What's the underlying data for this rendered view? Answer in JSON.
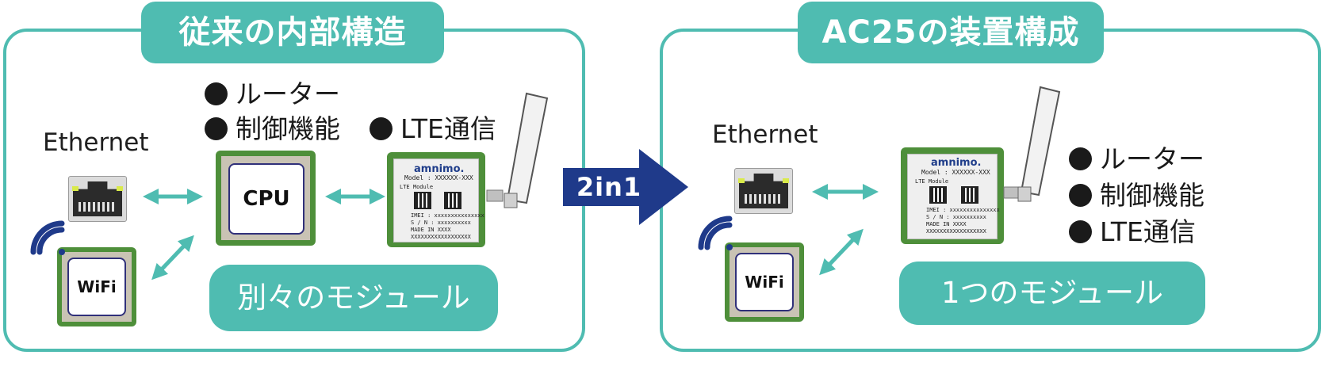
{
  "colors": {
    "teal": "#4fbcb1",
    "navy": "#1f3a8a",
    "chip_green": "#4e8f3a",
    "chip_border": "#30307a"
  },
  "left_panel": {
    "title": "従来の内部構造",
    "ethernet_label": "Ethernet",
    "cpu_features": [
      "ルーター",
      "制御機能"
    ],
    "lte_features": [
      "LTE通信"
    ],
    "cpu_label": "CPU",
    "wifi_label": "WiFi",
    "bottom_label": "別々のモジュール"
  },
  "center_arrow": {
    "label": "2in1"
  },
  "right_panel": {
    "title": "AC25の装置構成",
    "ethernet_label": "Ethernet",
    "features": [
      "ルーター",
      "制御機能",
      "LTE通信"
    ],
    "wifi_label": "WiFi",
    "bottom_label": "1つのモジュール"
  },
  "lte_module": {
    "brand": "amnimo.",
    "model": "Model : XXXXXX-XXX",
    "type": "LTE Module",
    "imei": "IMEI : xxxxxxxxxxxxxxx",
    "serial": "S / N : xxxxxxxxxx",
    "made_in": "MADE IN XXXX",
    "lot": "XXXXXXXXXXXXXXXXXX"
  },
  "icons": [
    "ethernet-port-icon",
    "wifi-signal-icon",
    "antenna-icon",
    "double-arrow-icon",
    "bullet-dot-icon"
  ]
}
